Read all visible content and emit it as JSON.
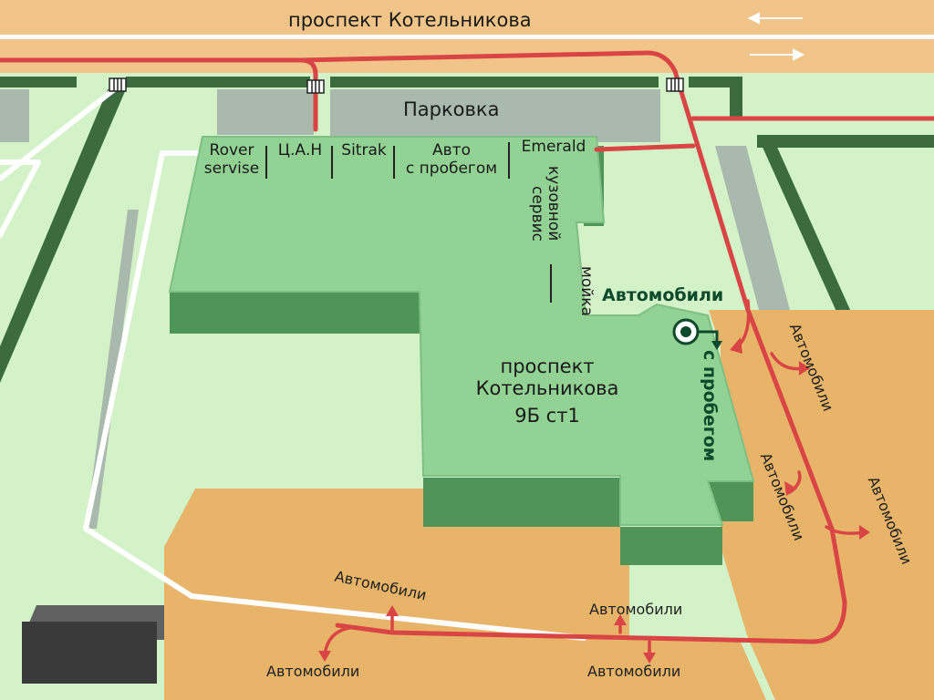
{
  "map": {
    "street_label": "проспект Котельникова",
    "parking_label": "Парковка",
    "building": {
      "address_line1": "проспект",
      "address_line2": "Котельникова",
      "address_line3": "9Б ст1"
    },
    "tenants": [
      {
        "line1": "Rover",
        "line2": "servise"
      },
      {
        "line1": "Ц.А.Н",
        "line2": ""
      },
      {
        "line1": "Sitrak",
        "line2": ""
      },
      {
        "line1": "Авто",
        "line2": "с пробегом"
      },
      {
        "line1": "Emerald",
        "line2": ""
      }
    ],
    "side_services": {
      "body_service_line1": "кузовной",
      "body_service_line2": "сервис",
      "car_wash": "мойка"
    },
    "used_cars": {
      "title": "Автомобили",
      "subtitle": "с пробегом"
    },
    "zone_label": "Автомобили",
    "colors": {
      "ground": "#d3f2c8",
      "building_top": "#92d294",
      "building_side": "#4f9458",
      "road": "#f1c589",
      "parking_zone": "#e8b46a",
      "route": "#d94444",
      "accent": "#0d4a2c"
    }
  }
}
